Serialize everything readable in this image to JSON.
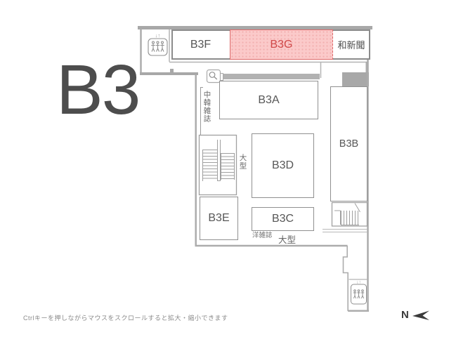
{
  "page": {
    "floor_title": "B3",
    "zoom_hint": "Ctrlキーを押しながらマウスをスクロールすると拡大・縮小できます",
    "compass": {
      "label": "N",
      "direction": "left"
    }
  },
  "rooms": {
    "b3f": {
      "label": "B3F"
    },
    "b3g": {
      "label": "B3G",
      "highlighted": true
    },
    "wa_shinbun": {
      "label": "和新聞"
    },
    "b3a": {
      "label": "B3A"
    },
    "b3b": {
      "label": "B3B"
    },
    "b3c": {
      "label": "B3C"
    },
    "b3d": {
      "label": "B3D"
    },
    "b3e": {
      "label": "B3E"
    }
  },
  "area_labels": {
    "chu_kan_zasshi": "中韓雑誌",
    "ogata_mid": "大型",
    "yo_zasshi": "洋雑誌",
    "ogata_bottom": "大型"
  },
  "icons": {
    "search": "magnifier",
    "elevator_top": "people-in-box",
    "elevator_bottom": "people-in-box",
    "elevator_arrows": "↓↑",
    "north_arrow": "left-pointing-arrow",
    "stairs_middle": "double-flight-stairs",
    "stairs_bottom_right": "stairs"
  },
  "colors": {
    "highlight_fill": "#fbcaca",
    "highlight_border": "#dd6a6a",
    "highlight_text": "#d04848",
    "wall": "#acacac",
    "box_border": "#909090",
    "label_text": "#565656",
    "floor_title_text": "#4d4d4d"
  }
}
